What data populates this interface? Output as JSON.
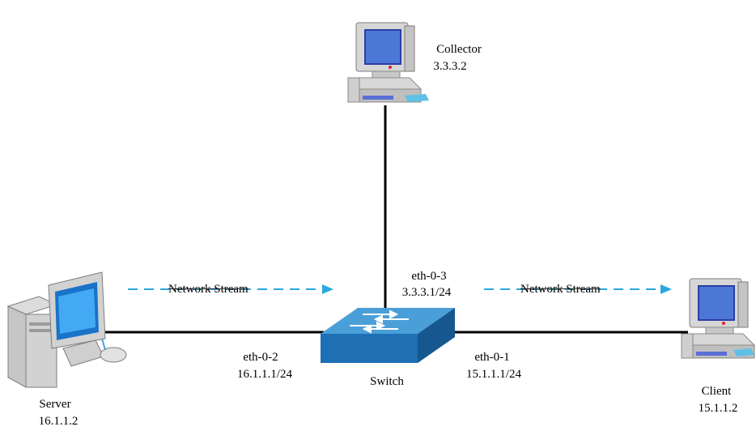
{
  "nodes": {
    "collector": {
      "name": "Collector",
      "ip": "3.3.3.2"
    },
    "server": {
      "name": "Server",
      "ip": "16.1.1.2"
    },
    "client": {
      "name": "Client",
      "ip": "15.1.1.2"
    },
    "switch": {
      "name": "Switch"
    }
  },
  "ports": {
    "eth3": {
      "name": "eth-0-3",
      "ip": "3.3.3.1/24"
    },
    "eth2": {
      "name": "eth-0-2",
      "ip": "16.1.1.1/24"
    },
    "eth1": {
      "name": "eth-0-1",
      "ip": "15.1.1.1/24"
    }
  },
  "streams": {
    "left": "Network Stream",
    "right": "Network Stream"
  },
  "colors": {
    "link": "#000000",
    "stream_arrow": "#29a8e0",
    "switch_top": "#4a9fd8",
    "switch_side": "#1e6fb4"
  }
}
